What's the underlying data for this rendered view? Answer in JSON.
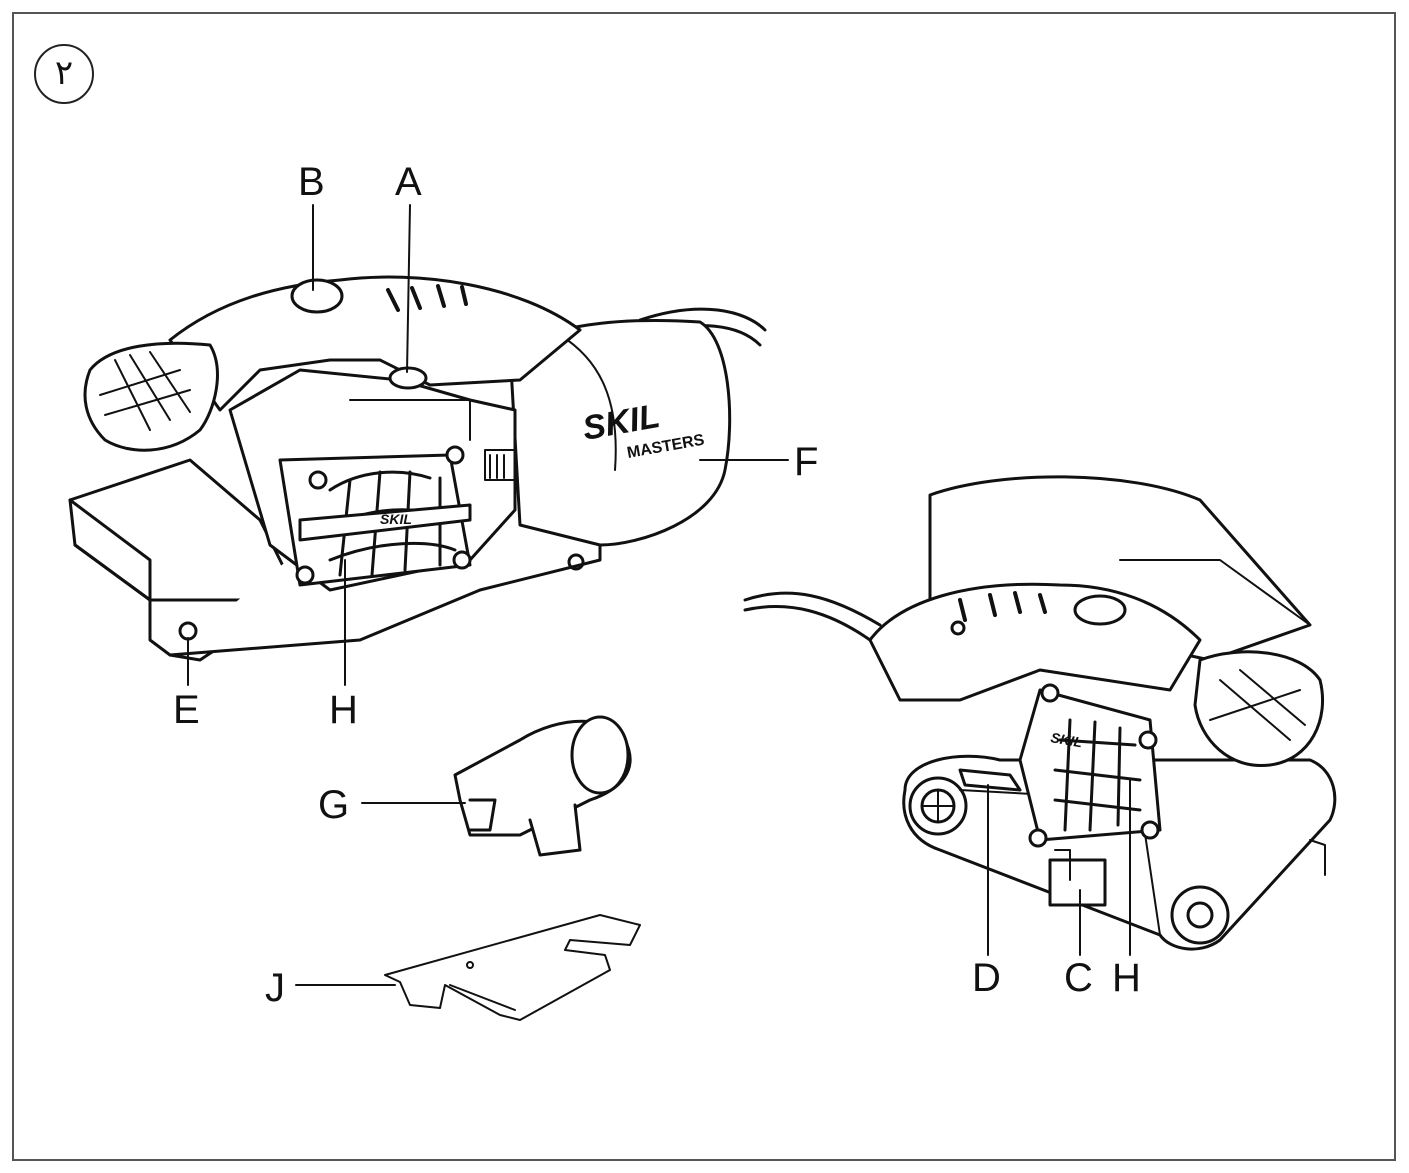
{
  "figure": {
    "number": "٢",
    "brand": {
      "name": "SKIL",
      "line": "MASTERS"
    }
  },
  "labels": {
    "A": "A",
    "B": "B",
    "C": "C",
    "D": "D",
    "E": "E",
    "F": "F",
    "G": "G",
    "H": "H",
    "J": "J"
  }
}
